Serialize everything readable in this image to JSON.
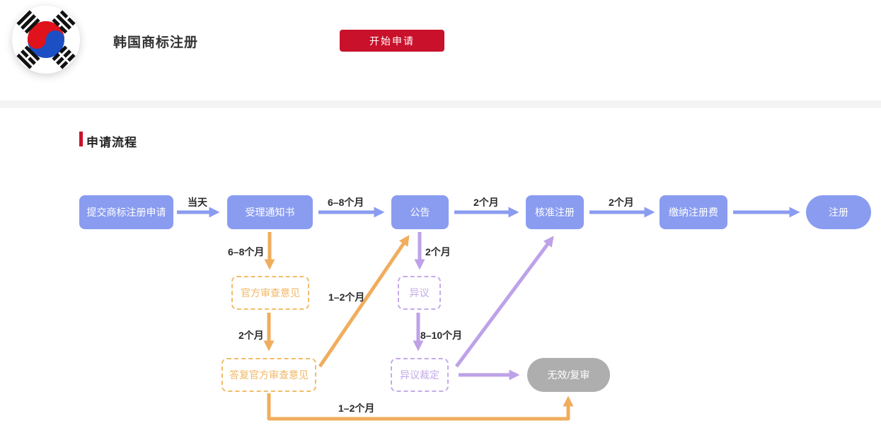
{
  "header": {
    "title": "韩国商标注册",
    "start_button": "开始申请",
    "logo": "korea-flag-icon"
  },
  "section": {
    "title": "申请流程"
  },
  "colors": {
    "brand_red": "#c9112b",
    "node_blue": "#8a9cf0",
    "edge_orange": "#f0ad5e",
    "edge_purple": "#bda2e8",
    "gray_node": "#aeaeae",
    "label_text": "#2b2b2b"
  },
  "flow": {
    "nodes": [
      {
        "id": "submit",
        "label": "提交商标注册申请",
        "style": "solid-blue"
      },
      {
        "id": "acceptance",
        "label": "受理通知书",
        "style": "solid-blue"
      },
      {
        "id": "publication",
        "label": "公告",
        "style": "solid-blue"
      },
      {
        "id": "approval",
        "label": "核准注册",
        "style": "solid-blue"
      },
      {
        "id": "fee",
        "label": "缴纳注册费",
        "style": "solid-blue"
      },
      {
        "id": "registration",
        "label": "注册",
        "style": "solid-blue-pill"
      },
      {
        "id": "office-action",
        "label": "官方审查意见",
        "style": "dashed-orange"
      },
      {
        "id": "response",
        "label": "答复官方审查意见",
        "style": "dashed-orange"
      },
      {
        "id": "opposition",
        "label": "异议",
        "style": "dashed-purple"
      },
      {
        "id": "opposition-ruling",
        "label": "异议裁定",
        "style": "dashed-purple"
      },
      {
        "id": "invalid-review",
        "label": "无效/复审",
        "style": "gray-pill"
      }
    ],
    "edges": [
      {
        "from": "提交商标注册申请",
        "to": "受理通知书",
        "label": "当天",
        "color": "blue"
      },
      {
        "from": "受理通知书",
        "to": "公告",
        "label": "6–8个月",
        "color": "blue"
      },
      {
        "from": "公告",
        "to": "核准注册",
        "label": "2个月",
        "color": "blue"
      },
      {
        "from": "核准注册",
        "to": "缴纳注册费",
        "label": "2个月",
        "color": "blue"
      },
      {
        "from": "缴纳注册费",
        "to": "注册",
        "label": "",
        "color": "blue"
      },
      {
        "from": "受理通知书",
        "to": "官方审查意见",
        "label": "6–8个月",
        "color": "orange"
      },
      {
        "from": "官方审查意见",
        "to": "答复官方审查意见",
        "label": "2个月",
        "color": "orange"
      },
      {
        "from": "答复官方审查意见",
        "to": "公告",
        "label": "1–2个月",
        "color": "orange"
      },
      {
        "from": "公告",
        "to": "异议",
        "label": "2个月",
        "color": "purple"
      },
      {
        "from": "异议",
        "to": "异议裁定",
        "label": "8–10个月",
        "color": "purple"
      },
      {
        "from": "异议裁定",
        "to": "无效/复审",
        "label": "",
        "color": "purple"
      },
      {
        "from": "异议裁定",
        "to": "核准注册",
        "label": "",
        "color": "purple"
      },
      {
        "from": "答复官方审查意见",
        "to": "无效/复审",
        "label": "1–2个月",
        "color": "orange"
      }
    ]
  }
}
